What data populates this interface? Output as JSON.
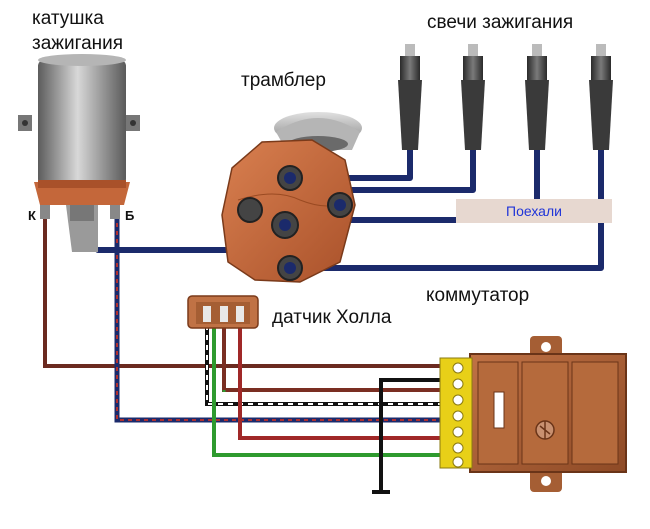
{
  "labels": {
    "ignition_coil_line1": "катушка",
    "ignition_coil_line2": "зажигания",
    "spark_plugs": "свечи зажигания",
    "distributor": "трамблер",
    "hall_sensor": "датчик Холла",
    "switch": "коммутатор",
    "terminal_k": "К",
    "terminal_b": "Б",
    "highlight_text": "Поехали"
  },
  "colors": {
    "hv_wire": "#1b2a6b",
    "cap_orange": "#c4673a",
    "coil_metal": "#8a8a8a",
    "switch_body": "#a55e34",
    "terminal_yellow": "#e8d018",
    "wire_green": "#2e9a2e",
    "wire_brown": "#6b2a20",
    "wire_red": "#a02828",
    "highlight_bg": "#e7d8d0",
    "highlight_text": "#2035d8"
  }
}
